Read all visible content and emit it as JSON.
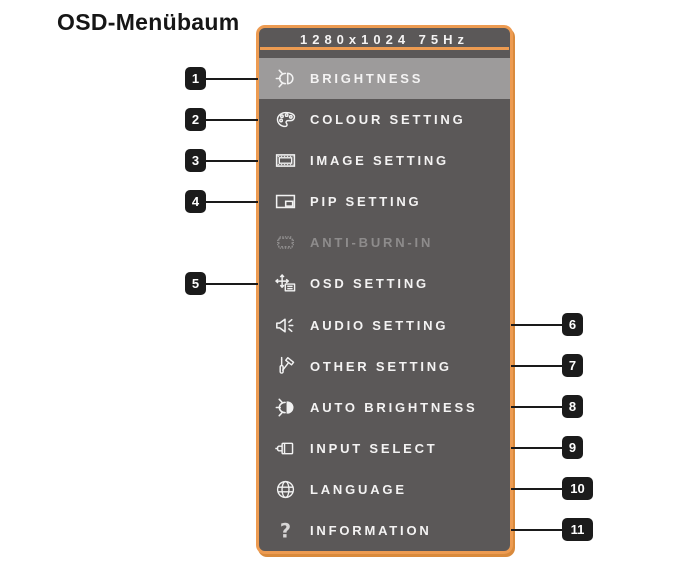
{
  "page": {
    "title": "OSD-Menübaum"
  },
  "osd_menu": {
    "resolution_header": "1280x1024 75Hz",
    "items": [
      {
        "label": "BRIGHTNESS",
        "icon": "brightness-icon",
        "state": "selected",
        "callout": "1",
        "callout_side": "left"
      },
      {
        "label": "COLOUR SETTING",
        "icon": "colour-palette-icon",
        "state": "normal",
        "callout": "2",
        "callout_side": "left"
      },
      {
        "label": "IMAGE SETTING",
        "icon": "filmstrip-icon",
        "state": "normal",
        "callout": "3",
        "callout_side": "left"
      },
      {
        "label": "PIP SETTING",
        "icon": "pip-icon",
        "state": "normal",
        "callout": "4",
        "callout_side": "left"
      },
      {
        "label": "ANTI-BURN-IN",
        "icon": "chip-icon",
        "state": "disabled",
        "callout": null,
        "callout_side": null
      },
      {
        "label": "OSD SETTING",
        "icon": "move-arrows-icon",
        "state": "normal",
        "callout": "5",
        "callout_side": "left"
      },
      {
        "label": "AUDIO SETTING",
        "icon": "speaker-icon",
        "state": "normal",
        "callout": "6",
        "callout_side": "right"
      },
      {
        "label": "OTHER SETTING",
        "icon": "tools-icon",
        "state": "normal",
        "callout": "7",
        "callout_side": "right"
      },
      {
        "label": "AUTO BRIGHTNESS",
        "icon": "auto-brightness-icon",
        "state": "normal",
        "callout": "8",
        "callout_side": "right"
      },
      {
        "label": "INPUT SELECT",
        "icon": "input-plug-icon",
        "state": "normal",
        "callout": "9",
        "callout_side": "right"
      },
      {
        "label": "LANGUAGE",
        "icon": "globe-icon",
        "state": "normal",
        "callout": "10",
        "callout_side": "right"
      },
      {
        "label": "INFORMATION",
        "icon": "question-mark-icon",
        "state": "normal",
        "callout": "11",
        "callout_side": "right"
      }
    ]
  },
  "colors": {
    "panel_bg": "#5b5858",
    "highlight_bg": "#9d9b9b",
    "border_orange": "#ED9B51",
    "callout_bg": "#1b1b1b",
    "menu_text": "#f4f3f3",
    "disabled_text": "#8e8c8c",
    "callout_line": "#1a1a1a"
  }
}
